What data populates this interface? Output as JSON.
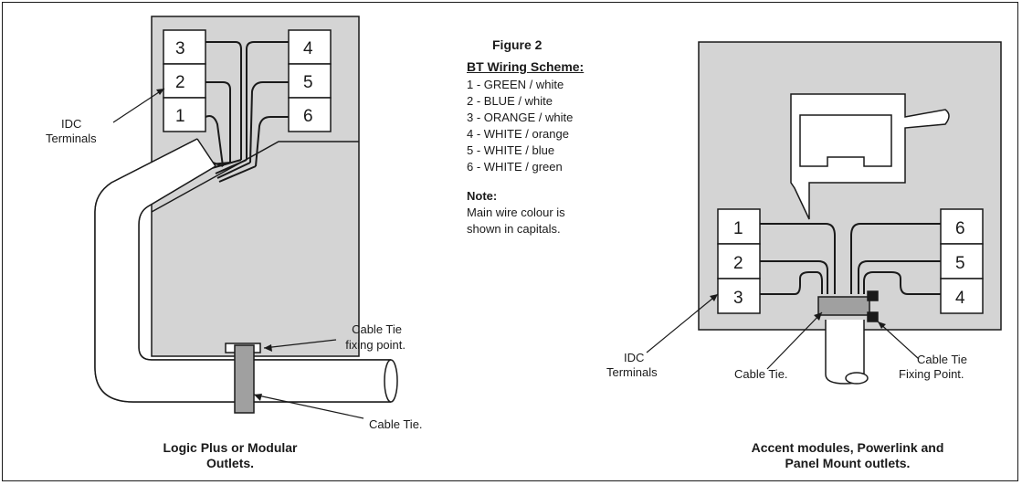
{
  "figure": {
    "title": "Figure 2",
    "scheme_heading": "BT Wiring Scheme:",
    "wiring": [
      "1 - GREEN / white",
      "2 - BLUE / white",
      "3 - ORANGE / white",
      "4 - WHITE / orange",
      "5 - WHITE / blue",
      "6 - WHITE / green"
    ],
    "note_title": "Note:",
    "note_text": "Main wire colour is shown in capitals."
  },
  "left_diagram": {
    "terminals_left": [
      "3",
      "2",
      "1"
    ],
    "terminals_right": [
      "4",
      "5",
      "6"
    ],
    "idc_label": [
      "IDC",
      "Terminals"
    ],
    "cable_tie_point_label": [
      "Cable Tie",
      "fixing point."
    ],
    "cable_tie_label": "Cable Tie.",
    "caption": [
      "Logic Plus or Modular",
      "Outlets."
    ]
  },
  "right_diagram": {
    "terminals_left": [
      "1",
      "2",
      "3"
    ],
    "terminals_right": [
      "6",
      "5",
      "4"
    ],
    "idc_label": [
      "IDC",
      "Terminals"
    ],
    "cable_tie_label": "Cable Tie.",
    "cable_tie_point_label": [
      "Cable Tie",
      "Fixing Point."
    ],
    "caption": [
      "Accent modules, Powerlink and",
      "Panel Mount outlets."
    ]
  },
  "colors": {
    "panel_fill": "#d4d4d4",
    "tie_fill": "#a0a0a0",
    "line": "#1a1a1a"
  }
}
